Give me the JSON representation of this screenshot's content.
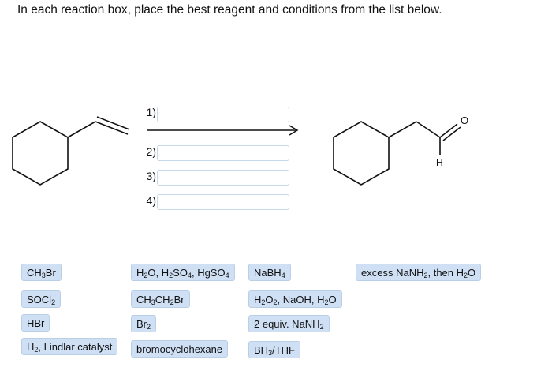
{
  "instructions": "In each reaction box, place the best reagent and conditions from the list below.",
  "product": {
    "atom_o": "O",
    "atom_h": "H"
  },
  "steps": [
    {
      "label": "1)",
      "value": ""
    },
    {
      "label": "2)",
      "value": ""
    },
    {
      "label": "3)",
      "value": ""
    },
    {
      "label": "4)",
      "value": ""
    }
  ],
  "reagents": [
    {
      "name": "ch3br",
      "parts": [
        [
          "CH",
          ""
        ],
        [
          "3",
          "sub"
        ],
        [
          "Br",
          ""
        ]
      ]
    },
    {
      "name": "socl2",
      "parts": [
        [
          "SOCl",
          ""
        ],
        [
          "2",
          "sub"
        ]
      ]
    },
    {
      "name": "hbr",
      "parts": [
        [
          "HBr",
          ""
        ]
      ]
    },
    {
      "name": "h2-lindlar",
      "parts": [
        [
          "H",
          ""
        ],
        [
          "2",
          "sub"
        ],
        [
          ", Lindlar catalyst",
          ""
        ]
      ]
    },
    {
      "name": "h2o-h2so4-hgso4",
      "parts": [
        [
          "H",
          ""
        ],
        [
          "2",
          "sub"
        ],
        [
          "O, H",
          ""
        ],
        [
          "2",
          "sub"
        ],
        [
          "SO",
          ""
        ],
        [
          "4",
          "sub"
        ],
        [
          ", HgSO",
          ""
        ],
        [
          "4",
          "sub"
        ]
      ]
    },
    {
      "name": "ch3ch2br",
      "parts": [
        [
          "CH",
          ""
        ],
        [
          "3",
          "sub"
        ],
        [
          "CH",
          ""
        ],
        [
          "2",
          "sub"
        ],
        [
          "Br",
          ""
        ]
      ]
    },
    {
      "name": "br2",
      "parts": [
        [
          "Br",
          ""
        ],
        [
          "2",
          "sub"
        ]
      ]
    },
    {
      "name": "bromocyclohexane",
      "parts": [
        [
          "bromocyclohexane",
          ""
        ]
      ]
    },
    {
      "name": "nabh4",
      "parts": [
        [
          "NaBH",
          ""
        ],
        [
          "4",
          "sub"
        ]
      ]
    },
    {
      "name": "h2o2-naoh-h2o",
      "parts": [
        [
          "H",
          ""
        ],
        [
          "2",
          "sub"
        ],
        [
          "O",
          ""
        ],
        [
          "2",
          "sub"
        ],
        [
          ", NaOH, H",
          ""
        ],
        [
          "2",
          "sub"
        ],
        [
          "O",
          ""
        ]
      ]
    },
    {
      "name": "2-equiv-nanh2",
      "parts": [
        [
          "2 equiv. NaNH",
          ""
        ],
        [
          "2",
          "sub"
        ]
      ]
    },
    {
      "name": "bh3-thf",
      "parts": [
        [
          "BH",
          ""
        ],
        [
          "3",
          "sub"
        ],
        [
          "/THF",
          ""
        ]
      ]
    },
    {
      "name": "excess-nanh2-h2o",
      "parts": [
        [
          "excess NaNH",
          ""
        ],
        [
          "2",
          "sub"
        ],
        [
          ", then H",
          ""
        ],
        [
          "2",
          "sub"
        ],
        [
          "O",
          ""
        ]
      ]
    }
  ]
}
